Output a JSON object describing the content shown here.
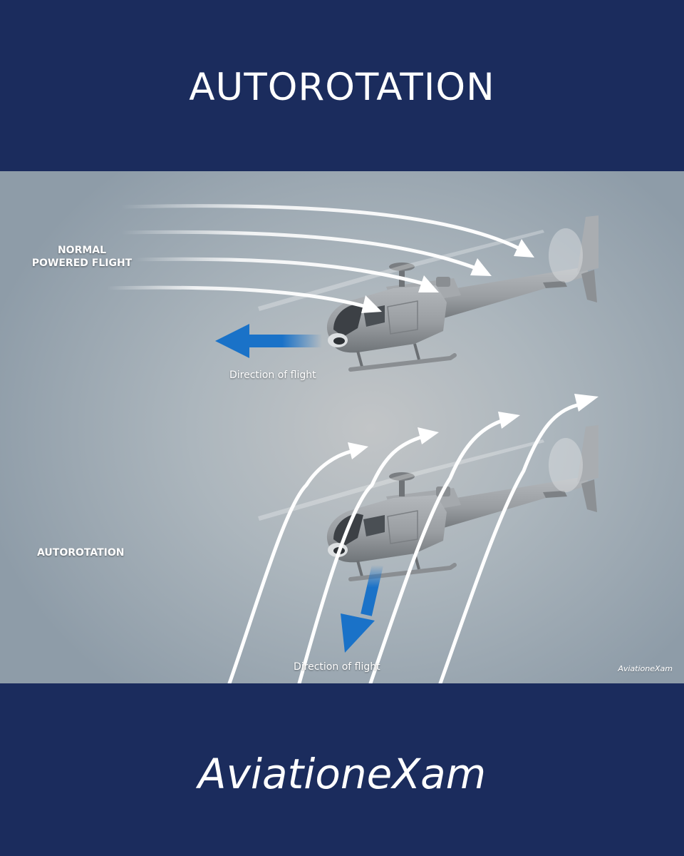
{
  "header": {
    "title": "AUTOROTATION"
  },
  "diagram": {
    "normal_label_line1": "NORMAL",
    "normal_label_line2": "POWERED FLIGHT",
    "autorotation_label": "AUTOROTATION",
    "direction_label_top": "Direction of flight",
    "direction_label_bottom": "Direction of flight",
    "watermark": "AviationeXam",
    "airflow_color": "#ffffff",
    "direction_arrow_color": "#1a72c8",
    "helicopter_color": "#9a9ea2"
  },
  "footer": {
    "brand": "AviationeXam"
  }
}
